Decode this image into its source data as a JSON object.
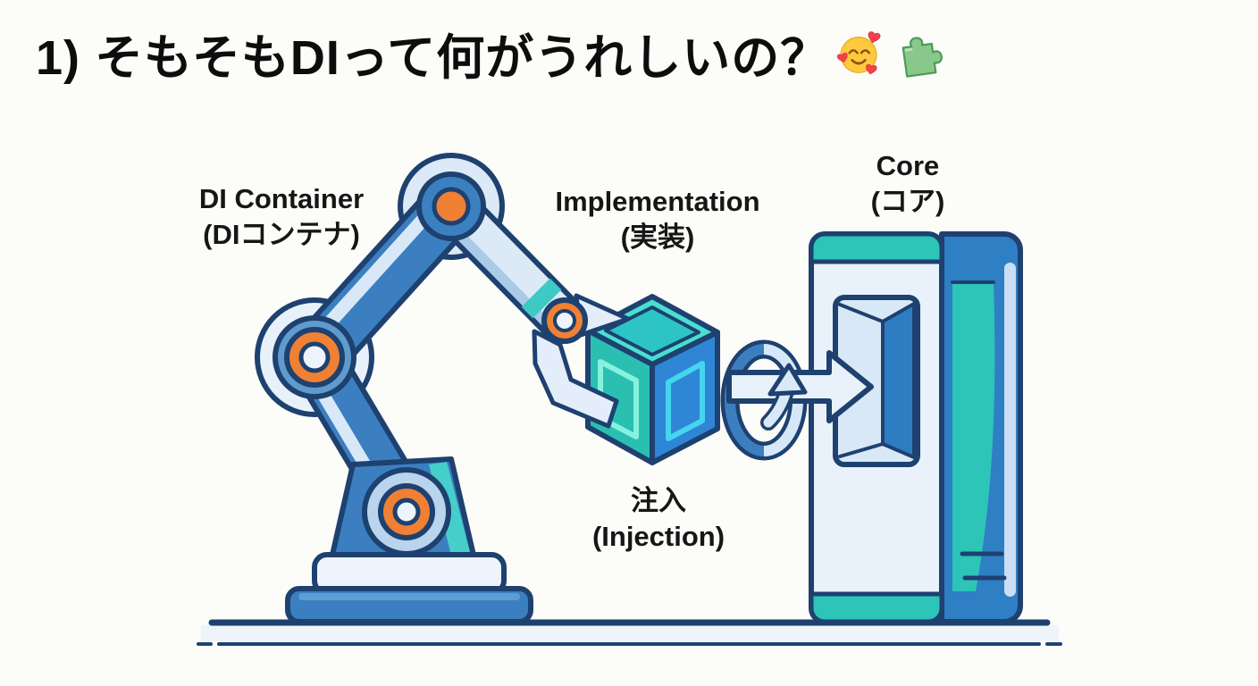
{
  "title": {
    "text": "1) そもそもDIって何がうれしいの？",
    "emojis": [
      "🥰",
      "🧩"
    ]
  },
  "labels": {
    "di_container": {
      "line1": "DI Container",
      "line2": "(DIコンテナ)"
    },
    "implementation": {
      "line1": "Implementation",
      "line2": "(実装)"
    },
    "core": {
      "line1": "Core",
      "line2": "(コア)"
    },
    "injection": {
      "line1": "注入",
      "line2": "(Injection)"
    }
  },
  "diagram": {
    "parts": [
      {
        "id": "robot-arm",
        "represents": "DI Container (DIコンテナ)"
      },
      {
        "id": "component-cube",
        "represents": "Implementation (実装)"
      },
      {
        "id": "injection-arrow",
        "represents": "注入 (Injection)"
      },
      {
        "id": "core-machine",
        "represents": "Core (コア)"
      }
    ]
  },
  "colors": {
    "background": "#fcfcf9",
    "outline_navy": "#1e416f",
    "arm_blue": "#3b7fc0",
    "light_blue": "#d9e8f7",
    "pale_blue": "#eef4fb",
    "joint_orange": "#f08033",
    "teal": "#2cc5b8",
    "cube_top_teal": "#49dfd0",
    "cube_left_teal": "#2bbfb2",
    "cube_right_blue": "#2f86d6"
  }
}
